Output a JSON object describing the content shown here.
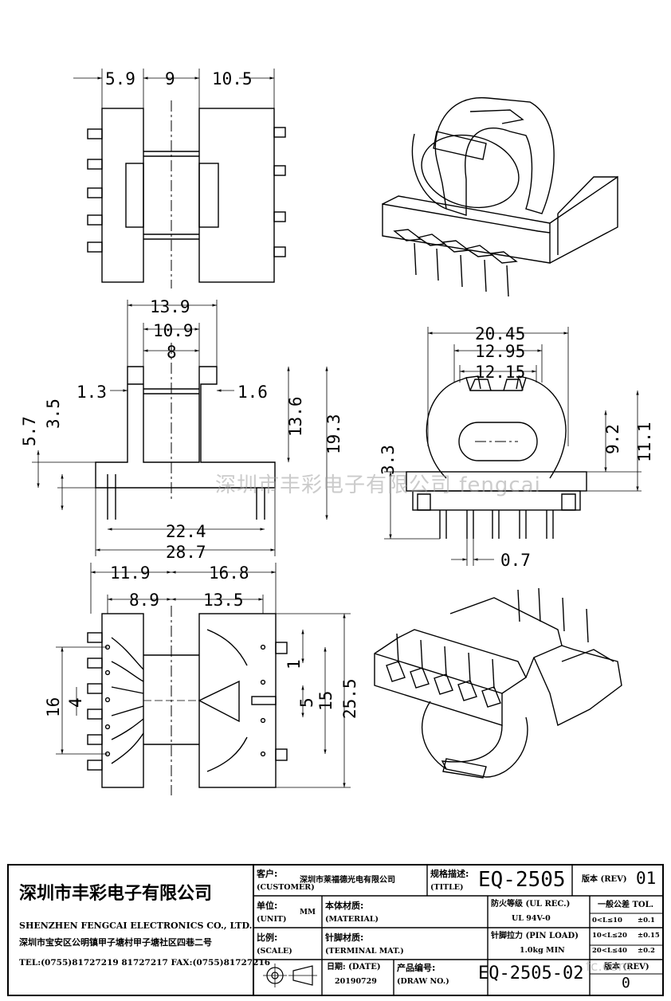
{
  "dimensions": {
    "top_view": [
      "5.9",
      "9",
      "10.5"
    ],
    "front_view": [
      "13.9",
      "10.9",
      "8",
      "1.3",
      "1.6",
      "5.7",
      "3.5",
      "13.6",
      "19.3",
      "22.4",
      "28.7"
    ],
    "side_view": [
      "20.45",
      "12.95",
      "12.15",
      "9.2",
      "11.1",
      "3.3",
      "0.7"
    ],
    "bottom_view": [
      "11.9",
      "16.8",
      "8.9",
      "13.5",
      "16",
      "4",
      "1",
      "5",
      "15",
      "25.5"
    ]
  },
  "watermark": "深圳市丰彩电子有限公司 fengcai",
  "corner_watermark": "fc.com",
  "title_block": {
    "company_cn": "深圳市丰彩电子有限公司",
    "company_en": "SHENZHEN FENGCAI ELECTRONICS CO., LTD.",
    "address": "深圳市宝安区公明镇甲子塘村甲子塘社区四巷二号",
    "contact": "TEL:(0755)81727219  81727217   FAX:(0755)81727216",
    "customer_label": "客户:",
    "customer_label_en": "(CUSTOMER)",
    "customer_value": "深圳市莱福德光电有限公司",
    "title_label": "规格描述:",
    "title_label_en": "(TITLE)",
    "title_value": "EQ-2505",
    "rev_label": "版本 (REV)",
    "rev_value": "01",
    "unit_label": "单位:",
    "unit_label_en": "(UNIT)",
    "unit_value": "MM",
    "material_label": "本体材质:",
    "material_label_en": "(MATERIAL)",
    "material_value": "",
    "fire_label": "防火等级 (UL REC.)",
    "fire_value": "UL 94V-0",
    "tol_label": "一般公差 TOL.",
    "tolerances": [
      {
        "range": "0<L≤10",
        "value": "±0.1"
      },
      {
        "range": "10<L≤20",
        "value": "±0.15"
      },
      {
        "range": "20<L≤40",
        "value": "±0.2"
      }
    ],
    "scale_label": "比例:",
    "scale_label_en": "(SCALE)",
    "terminal_label": "针脚材质:",
    "terminal_label_en": "(TERMINAL MAT.)",
    "terminal_value": "",
    "pin_load_label": "针脚拉力 (PIN LOAD)",
    "pin_load_value": "1.0kg MIN",
    "date_label": "日期: (DATE)",
    "date_value": "20190729",
    "drawno_label": "产品编号:",
    "drawno_label_en": "(DRAW NO.)",
    "drawno_value": "EQ-2505-02",
    "rev2_label": "版本 (REV)",
    "rev2_value": "0"
  }
}
